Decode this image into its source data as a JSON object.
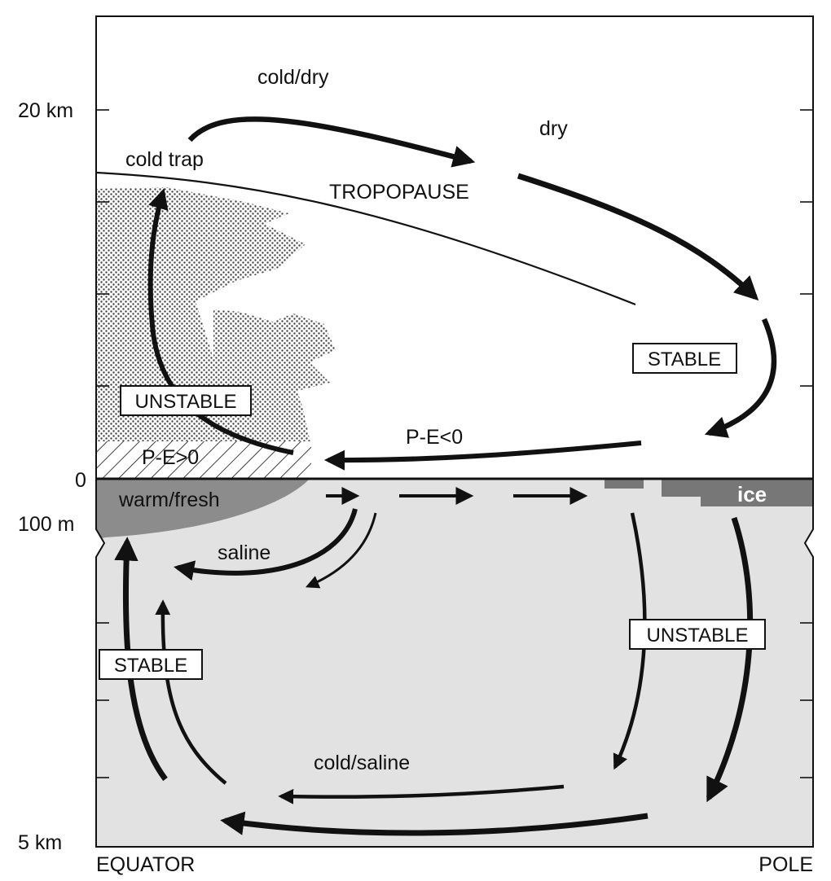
{
  "axis": {
    "y_top_label": "20 km",
    "y_zero_label": "0",
    "y_100m_label": "100 m",
    "y_bottom_label": "5 km",
    "x_left_label": "EQUATOR",
    "x_right_label": "POLE"
  },
  "atmosphere": {
    "cold_dry": "cold/dry",
    "dry": "dry",
    "cold_trap": "cold trap",
    "tropopause": "TROPOPAUSE",
    "stable": "STABLE",
    "unstable": "UNSTABLE",
    "p_e_pos": "P-E>0",
    "p_e_neg": "P-E<0"
  },
  "ocean": {
    "warm_fresh": "warm/fresh",
    "ice": "ice",
    "saline": "saline",
    "unstable": "UNSTABLE",
    "stable": "STABLE",
    "cold_saline": "cold/saline"
  },
  "colors": {
    "ocean_fill": "#e2e2e2",
    "surface_layer": "#8c8c8c",
    "ice_fill": "#777777",
    "ink": "#111111"
  }
}
